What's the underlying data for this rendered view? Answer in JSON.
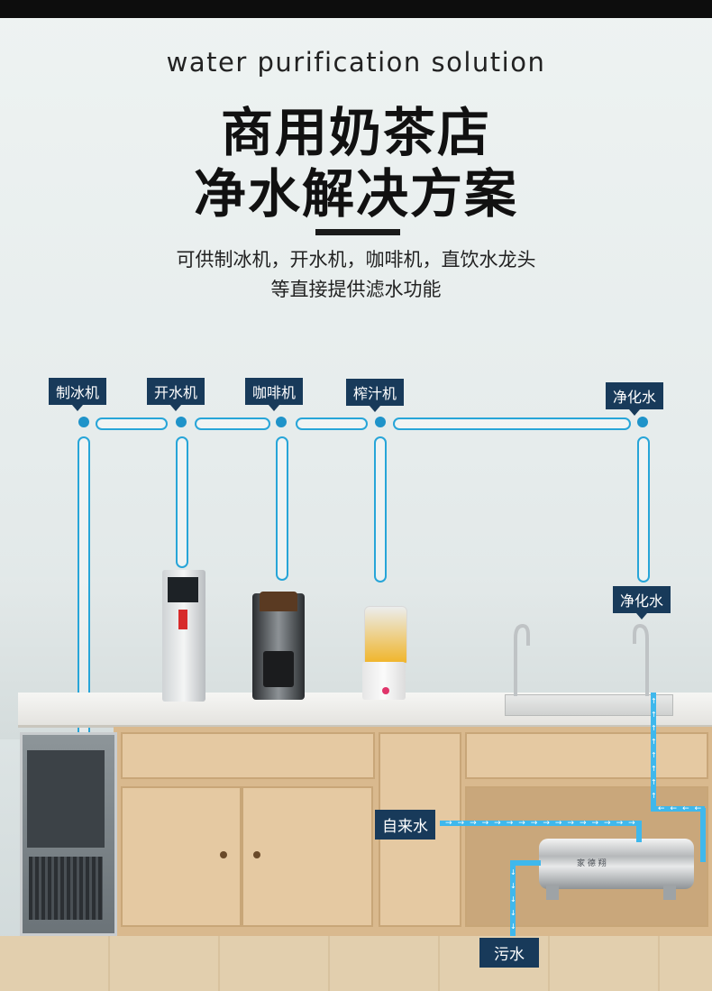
{
  "header": {
    "subtitle_en": "water purification solution",
    "title_line1": "商用奶茶店",
    "title_line2": "净水解决方案",
    "desc_line1": "可供制冰机，开水机，咖啡机，直饮水龙头",
    "desc_line2": "等直接提供滤水功能"
  },
  "labels": {
    "ice_maker": "制冰机",
    "water_boiler": "开水机",
    "coffee_machine": "咖啡机",
    "juicer": "榨汁机",
    "purified_top": "净化水",
    "purified_faucet": "净化水",
    "tap_water": "自来水",
    "waste_water": "污水"
  },
  "filter_brand": "家 德 翔",
  "colors": {
    "pipe": "#27a5d8",
    "flow": "#3fb8ec",
    "tag_bg": "#183a5a",
    "dot": "#1f93c9"
  }
}
